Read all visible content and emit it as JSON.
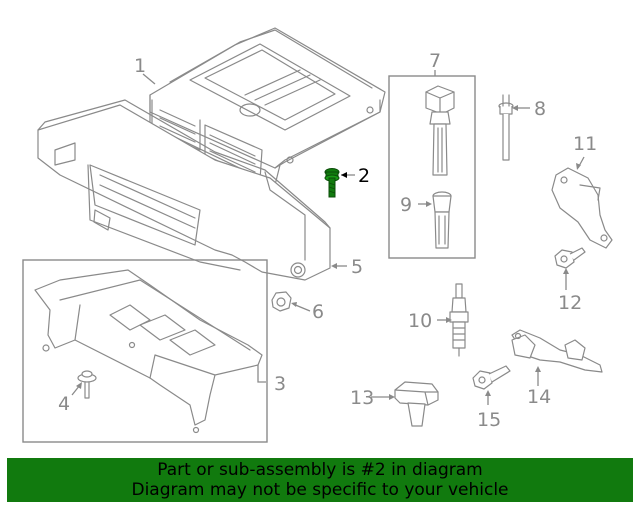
{
  "diagram": {
    "callouts": [
      "1",
      "2",
      "3",
      "4",
      "5",
      "6",
      "7",
      "8",
      "9",
      "10",
      "11",
      "12",
      "13",
      "14",
      "15"
    ],
    "highlight": "2",
    "highlight_color": "#117a0e",
    "line_color": "#8a8a8a"
  },
  "banner": {
    "line1": "Part or sub-assembly is #2 in diagram",
    "line2": "Diagram may not be specific to your vehicle",
    "background": "#117a0e"
  }
}
